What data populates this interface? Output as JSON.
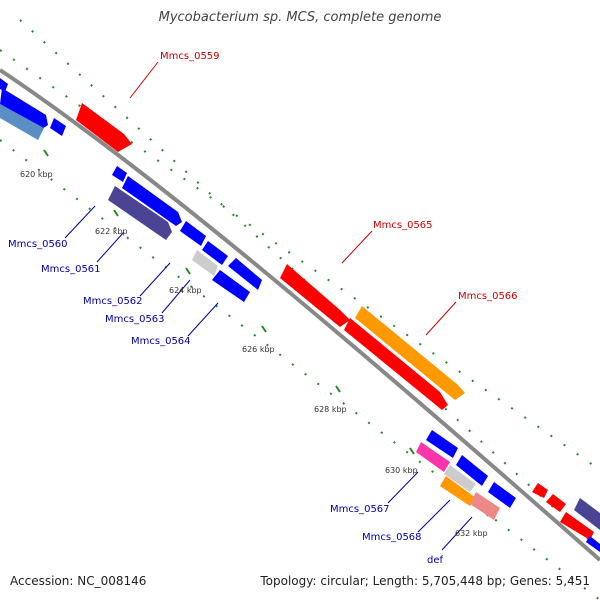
{
  "title": "Mycobacterium sp. MCS, complete genome",
  "footer": {
    "accession": "Accession: NC_008146",
    "summary": "Topology: circular; Length: 5,705,448 bp; Genes: 5,451"
  },
  "ticks": [
    "620 kbp",
    "622 kbp",
    "624 kbp",
    "626 kbp",
    "628 kbp",
    "630 kbp",
    "632 kbp"
  ],
  "labels_upper": [
    "Mmcs_0559",
    "Mmcs_0565",
    "Mmcs_0566"
  ],
  "labels_lower": [
    "Mmcs_0560",
    "Mmcs_0561",
    "Mmcs_0562",
    "Mmcs_0563",
    "Mmcs_0564",
    "Mmcs_0567",
    "Mmcs_0568",
    "def"
  ],
  "colors": {
    "red": "#ff0000",
    "blue": "#0000ff",
    "navy": "#4b4394",
    "steel": "#5b8ec2",
    "orange": "#ff9900",
    "magenta": "#ff33aa",
    "salmon": "#ee8888",
    "grey": "#cccccc",
    "backbone": "#888888",
    "dots": "#228b22",
    "label_red": "#cc0000",
    "label_blue": "#0000aa"
  }
}
